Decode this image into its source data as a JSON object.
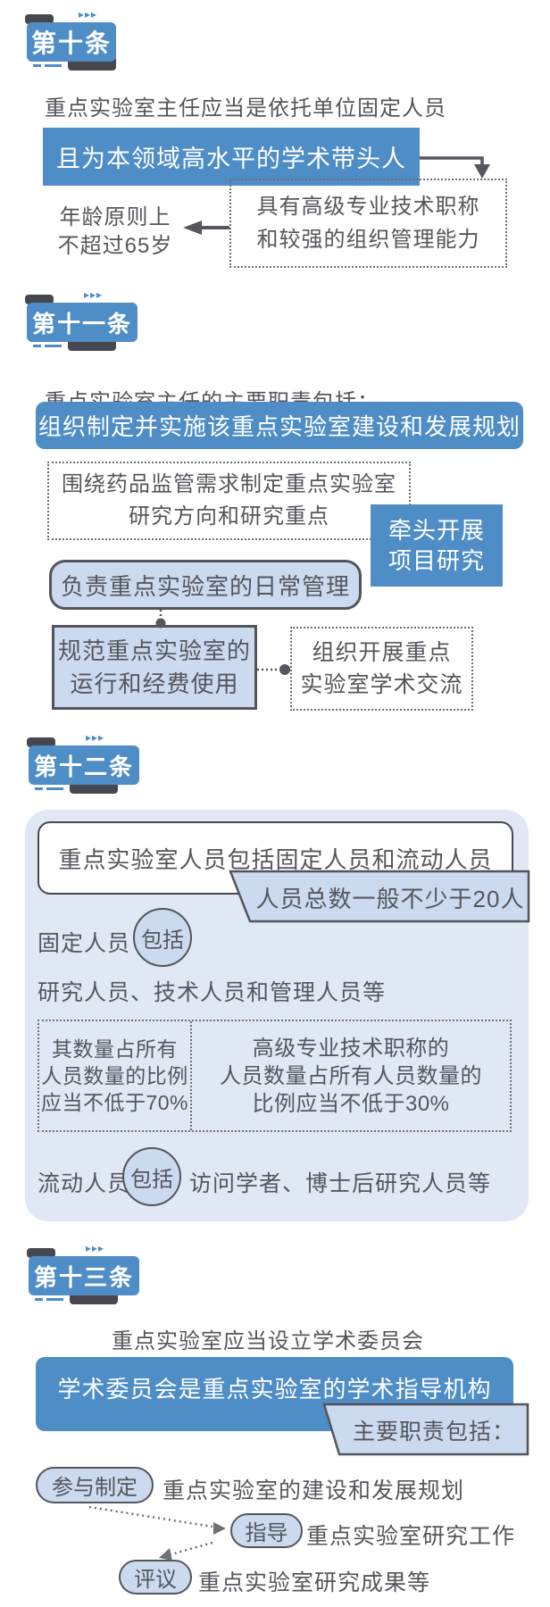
{
  "colors": {
    "blue": "#4e8dc6",
    "lightblue": "#cbdaee",
    "panel": "#dfe8f4",
    "darktab": "#47474f",
    "borderdark": "#54555c",
    "text": "#55565e",
    "dash": "#6f6f76"
  },
  "decor": {
    "chevrons": "▸▸▸"
  },
  "article10": {
    "badge": "第十条",
    "intro": "重点实验室主任应当是依托单位固定人员",
    "highlight": "且为本领域高水平的学术带头人",
    "condition": [
      "具有高级专业技术职称",
      "和较强的组织管理能力"
    ],
    "age_note": [
      "年龄原则上",
      "不超过65岁"
    ]
  },
  "article11": {
    "badge": "第十一条",
    "intro": "重点实验室主任的主要职责包括：",
    "duty_plan": "组织制定并实施该重点实验室建设和发展规划",
    "duty_direction": [
      "围绕药品监管需求制定重点实验室",
      "研究方向和研究重点"
    ],
    "duty_lead": [
      "牵头开展",
      "项目研究"
    ],
    "duty_daily": "负责重点实验室的日常管理",
    "duty_fund": [
      "规范重点实验室的",
      "运行和经费使用"
    ],
    "duty_exchange": [
      "组织开展重点",
      "实验室学术交流"
    ]
  },
  "article12": {
    "badge": "第十二条",
    "main": "重点实验室人员包括固定人员和流动人员",
    "tag": "人员总数一般不少于20人",
    "fixed_label": "固定人员",
    "include_label": "包括",
    "fixed_desc": "研究人员、技术人员和管理人员等",
    "ratio_left": [
      "其数量占所有",
      "人员数量的比例",
      "应当不低于70%"
    ],
    "ratio_right": [
      "高级专业技术职称的",
      "人员数量占所有人员数量的",
      "比例应当不低于30%"
    ],
    "mobile_label": "流动人员",
    "mobile_include": "包括",
    "mobile_desc": "访问学者、博士后研究人员等"
  },
  "article13": {
    "badge": "第十三条",
    "intro": "重点实验室应当设立学术委员会",
    "highlight": "学术委员会是重点实验室的学术指导机构",
    "tag": "主要职责包括：",
    "duties": [
      {
        "pill": "参与制定",
        "text": "重点实验室的建设和发展规划"
      },
      {
        "pill": "指导",
        "text": "重点实验室研究工作"
      },
      {
        "pill": "评议",
        "text": "重点实验室研究成果等"
      }
    ]
  }
}
